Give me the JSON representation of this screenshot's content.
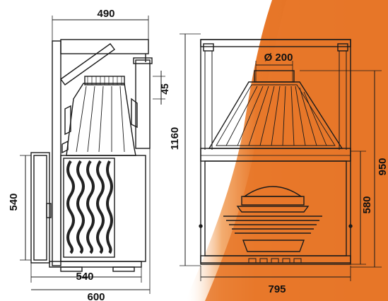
{
  "colors": {
    "background": "#ffffff",
    "orange_accent": "#e8782a",
    "line": "#1a1a1a"
  },
  "side_view": {
    "dim_top_width": "490",
    "dim_flue_offset": "45",
    "dim_left_height": "540",
    "dim_bottom_inner": "540",
    "dim_bottom_outer": "600"
  },
  "front_view": {
    "dim_flue_diameter": "Ø 200",
    "dim_total_height": "1160",
    "dim_right_outer_height": "950",
    "dim_opening_height": "580",
    "dim_bottom_width": "795"
  }
}
